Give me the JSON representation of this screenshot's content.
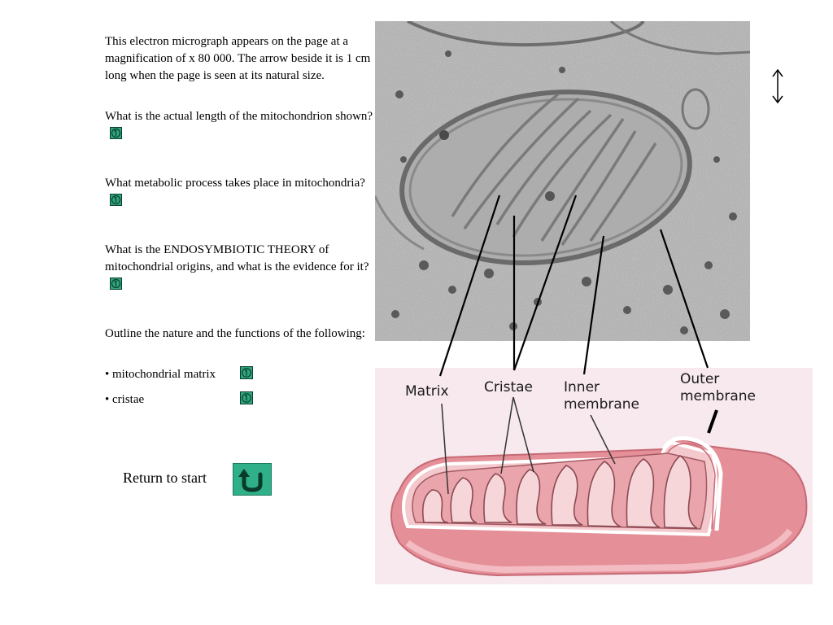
{
  "questions": {
    "q1_text": "This electron micrograph appears on the page at a magnification of x 80 000. The arrow beside it is 1 cm long when the page is seen at its natural size.",
    "q2_text": "What is the actual length of the mitochondrion shown?",
    "q3_text": "What metabolic process takes place in mitochondria?",
    "q4_text": "What is the ENDOSYMBIOTIC THEORY of mitochondrial origins, and what is the evidence for it?",
    "q5_text": "Outline the nature and the functions of the following:",
    "bullet1": "• mitochondrial matrix",
    "bullet2": "• cristae"
  },
  "nav": {
    "return_label": "Return to start"
  },
  "diagram": {
    "label_matrix": "Matrix",
    "label_cristae": "Cristae",
    "label_inner_1": "Inner",
    "label_inner_2": "membrane",
    "label_outer_1": "Outer",
    "label_outer_2": "membrane"
  },
  "colors": {
    "button_green": "#2fa57e",
    "mito_pink": "#e89aa0",
    "diagram_bg": "#f7e9ee",
    "micrograph_bg": "#b9b9b9"
  },
  "icons": {
    "info": "info-icon",
    "return": "u-turn-arrow-icon",
    "scale_arrow": "double-arrow-icon"
  }
}
